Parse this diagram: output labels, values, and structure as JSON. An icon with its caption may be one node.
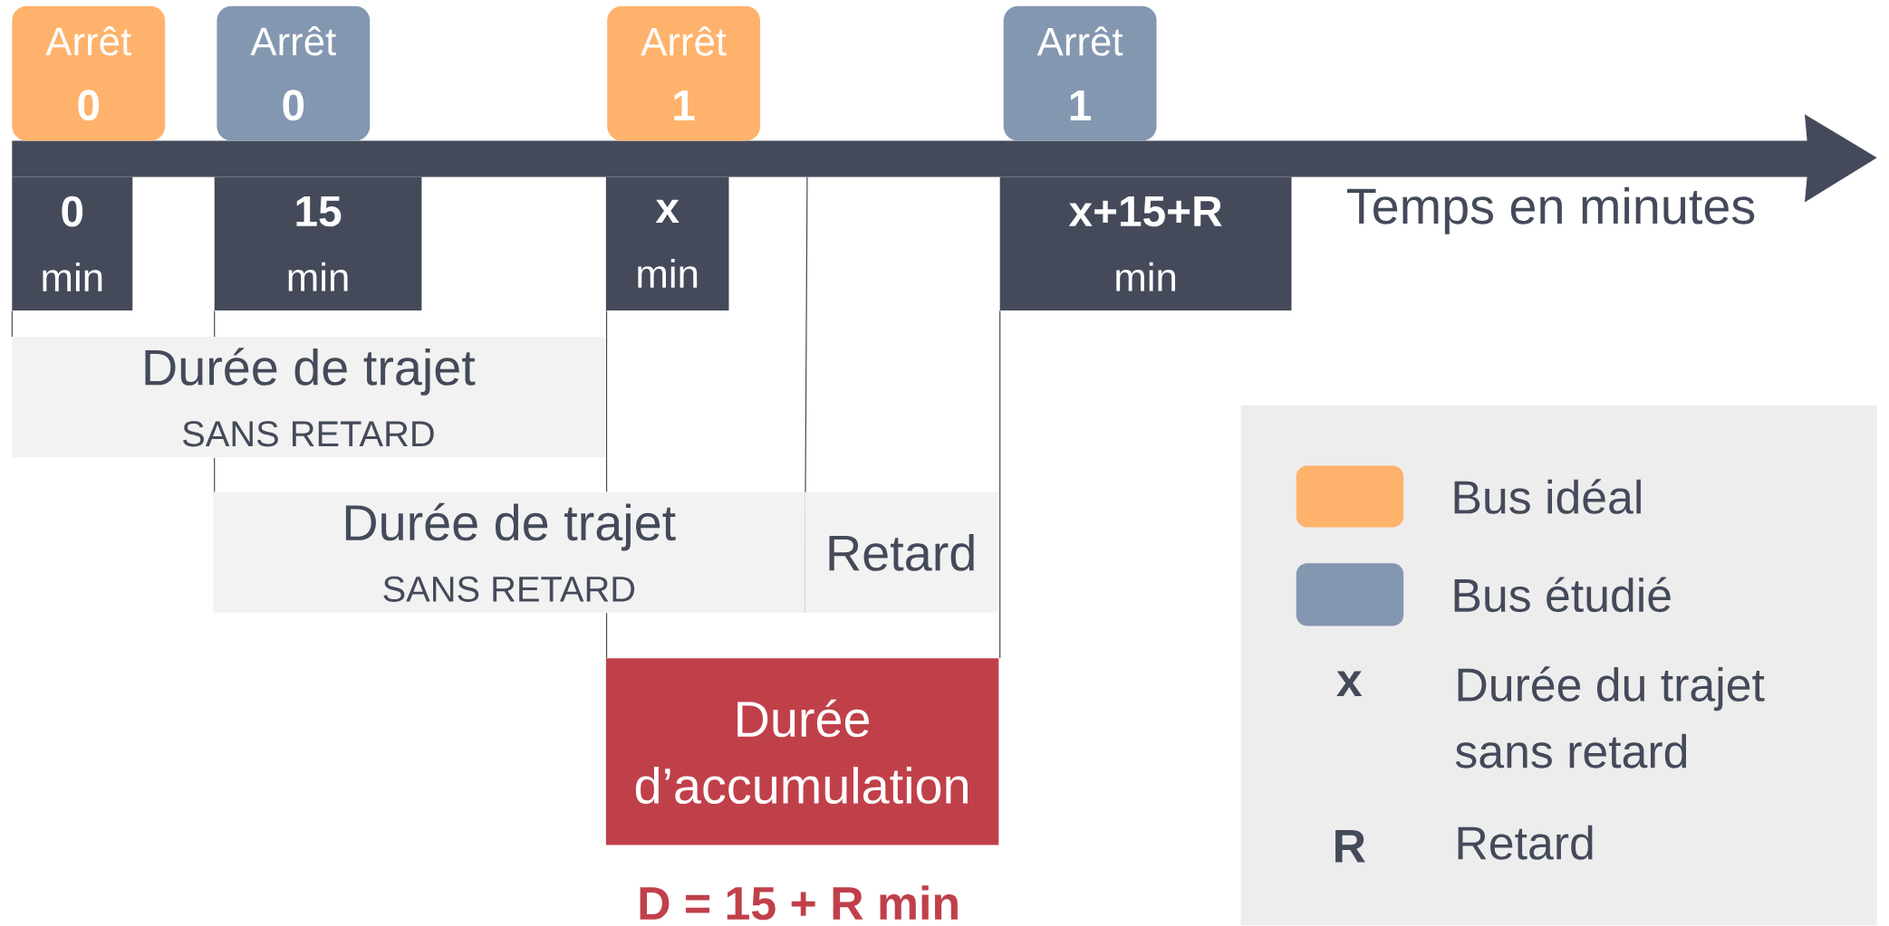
{
  "diagram": {
    "nodes": [
      {
        "text": [
          "Arrêt",
          "0"
        ]
      },
      {
        "text": [
          "Arrêt",
          "0"
        ]
      },
      {
        "text": [
          "Arrêt",
          "1"
        ]
      },
      {
        "text": [
          "Arrêt",
          "1"
        ]
      },
      {
        "text": [
          "0",
          "min"
        ]
      },
      {
        "text": [
          "15",
          "min"
        ]
      },
      {
        "text": [
          "x",
          "min"
        ]
      },
      {
        "text": [
          "x+15+R",
          "min"
        ]
      },
      {
        "text": [
          "Durée de trajet",
          "SANS RETARD"
        ]
      },
      {
        "text": [
          "Durée de trajet",
          "SANS RETARD"
        ]
      },
      {
        "text": [
          "Retard"
        ]
      },
      {
        "text": [
          "Durée d’accumulation"
        ],
        "beside": [
          "D = 15 + R min"
        ]
      }
    ],
    "edges": [
      {
        "from": 4,
        "to": 8,
        "arrow": "none"
      },
      {
        "from": 5,
        "to": 8,
        "arrow": "none"
      },
      {
        "from": 8,
        "to": 9,
        "arrow": "none"
      },
      {
        "from": 6,
        "to": 9,
        "arrow": "none"
      },
      {
        "from": 9,
        "to": 11,
        "arrow": "none"
      },
      {
        "from": 7,
        "to": 11,
        "arrow": "none"
      }
    ],
    "labels": [
      "Temps en minutes",
      "x",
      "Durée du trajet sans retard",
      "R",
      "Retard"
    ],
    "legend": [
      {
        "text": "Bus idéal",
        "color": "#ffb26b"
      },
      {
        "text": "Bus étudié",
        "color": "#8497b0"
      }
    ]
  }
}
